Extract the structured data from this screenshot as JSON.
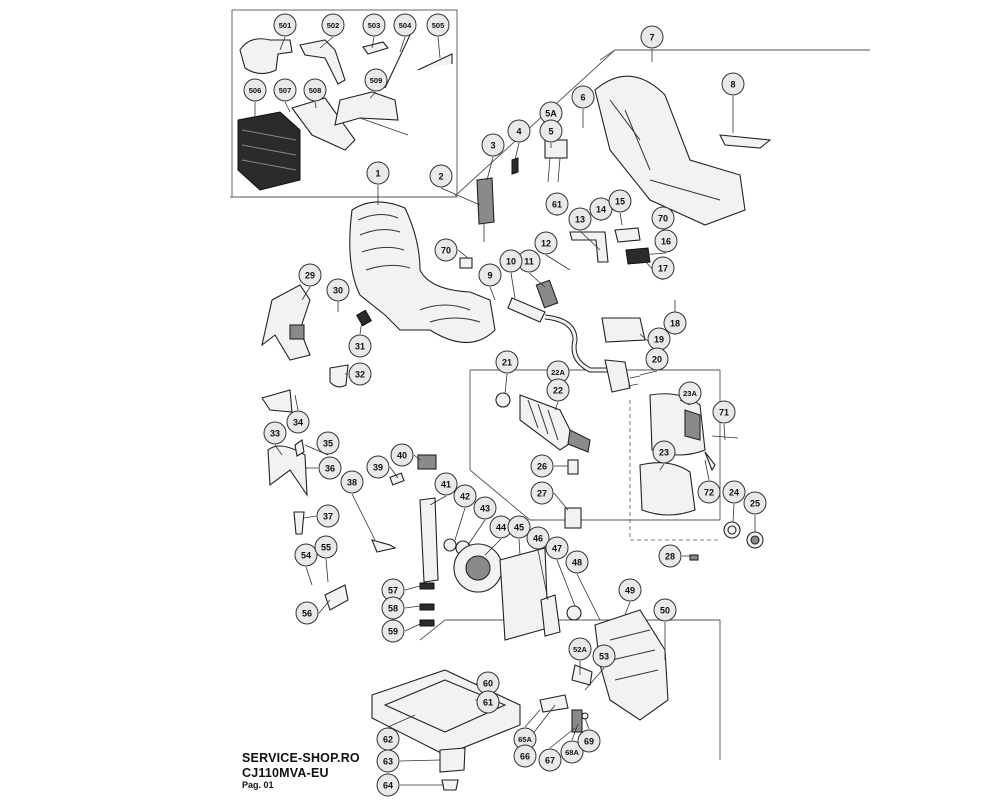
{
  "footer": {
    "line1": "SERVICE-SHOP.RO",
    "line2": "CJ110MVA-EU",
    "line3": "Pag. 01"
  },
  "callouts": [
    "501",
    "502",
    "503",
    "504",
    "505",
    "506",
    "507",
    "508",
    "509",
    "7",
    "8",
    "5A",
    "5",
    "6",
    "4",
    "3",
    "2",
    "1",
    "61",
    "14",
    "70",
    "15",
    "16",
    "17",
    "13",
    "12",
    "11",
    "10",
    "9",
    "18",
    "19",
    "20",
    "70",
    "29",
    "30",
    "31",
    "32",
    "34",
    "33",
    "35",
    "36",
    "37",
    "38",
    "39",
    "40",
    "41",
    "42",
    "43",
    "44",
    "45",
    "46",
    "47",
    "48",
    "49",
    "50",
    "21",
    "22A",
    "22",
    "23A",
    "23",
    "71",
    "72",
    "24",
    "25",
    "26",
    "27",
    "28",
    "54",
    "55",
    "56",
    "57",
    "58",
    "59",
    "52A",
    "53",
    "60",
    "61",
    "62",
    "63",
    "64",
    "65A",
    "66",
    "67",
    "68A",
    "69"
  ]
}
